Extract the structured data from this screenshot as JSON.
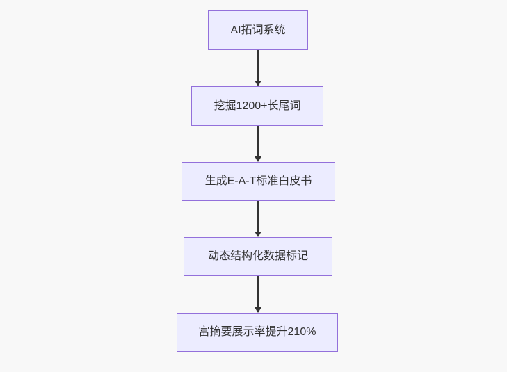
{
  "diagram": {
    "type": "flowchart",
    "direction": "top-down",
    "nodes": [
      {
        "id": "step-1",
        "label": "AI拓词系统"
      },
      {
        "id": "step-2",
        "label": "挖掘1200+长尾词"
      },
      {
        "id": "step-3",
        "label": "生成E-A-T标准白皮书"
      },
      {
        "id": "step-4",
        "label": "动态结构化数据标记"
      },
      {
        "id": "step-5",
        "label": "富摘要展示率提升210%"
      }
    ],
    "edges": [
      {
        "from": "step-1",
        "to": "step-2"
      },
      {
        "from": "step-2",
        "to": "step-3"
      },
      {
        "from": "step-3",
        "to": "step-4"
      },
      {
        "from": "step-4",
        "to": "step-5"
      }
    ]
  },
  "colors": {
    "background": "#f8f8f8",
    "node_fill": "#ECECFF",
    "node_border": "#9370DB",
    "text": "#333333",
    "arrow": "#333333"
  }
}
